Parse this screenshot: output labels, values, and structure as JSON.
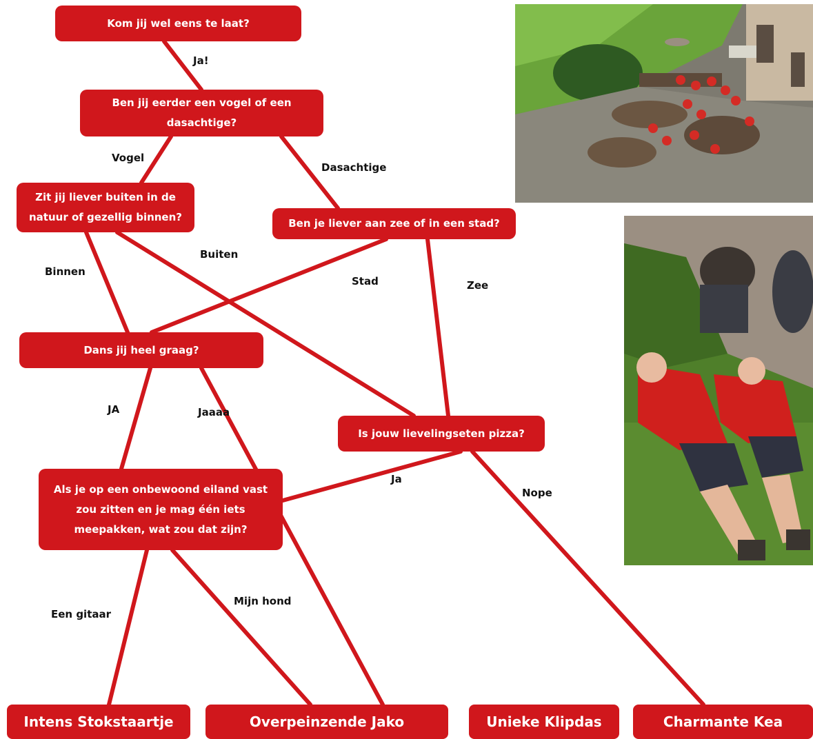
{
  "questions": {
    "q1": "Kom jij wel eens te laat?",
    "q2": "Ben jij eerder een vogel of een dasachtige?",
    "q3": "Zit jij liever buiten in de natuur of gezellig binnen?",
    "q4": "Ben je liever aan zee of in een stad?",
    "q5": "Dans jij heel graag?",
    "q6": "Is jouw lievelingseten pizza?",
    "q7": "Als je op een onbewoond eiland vast zou zitten en je mag één iets meepakken, wat zou dat zijn?"
  },
  "answers": {
    "ja1": "Ja!",
    "vogel": "Vogel",
    "dasachtige": "Dasachtige",
    "binnen": "Binnen",
    "buiten": "Buiten",
    "stad": "Stad",
    "zee": "Zee",
    "ja_caps": "JA",
    "jaaaa": "Jaaaa",
    "ja2": "Ja",
    "nope": "Nope",
    "gitaar": "Een gitaar",
    "hond": "Mijn hond"
  },
  "results": {
    "r1": "Intens Stokstaartje",
    "r2": "Overpeinzende Jako",
    "r3": "Unieke Klipdas",
    "r4": "Charmante Kea"
  },
  "colors": {
    "accent": "#d0171c",
    "text": "#111111"
  }
}
